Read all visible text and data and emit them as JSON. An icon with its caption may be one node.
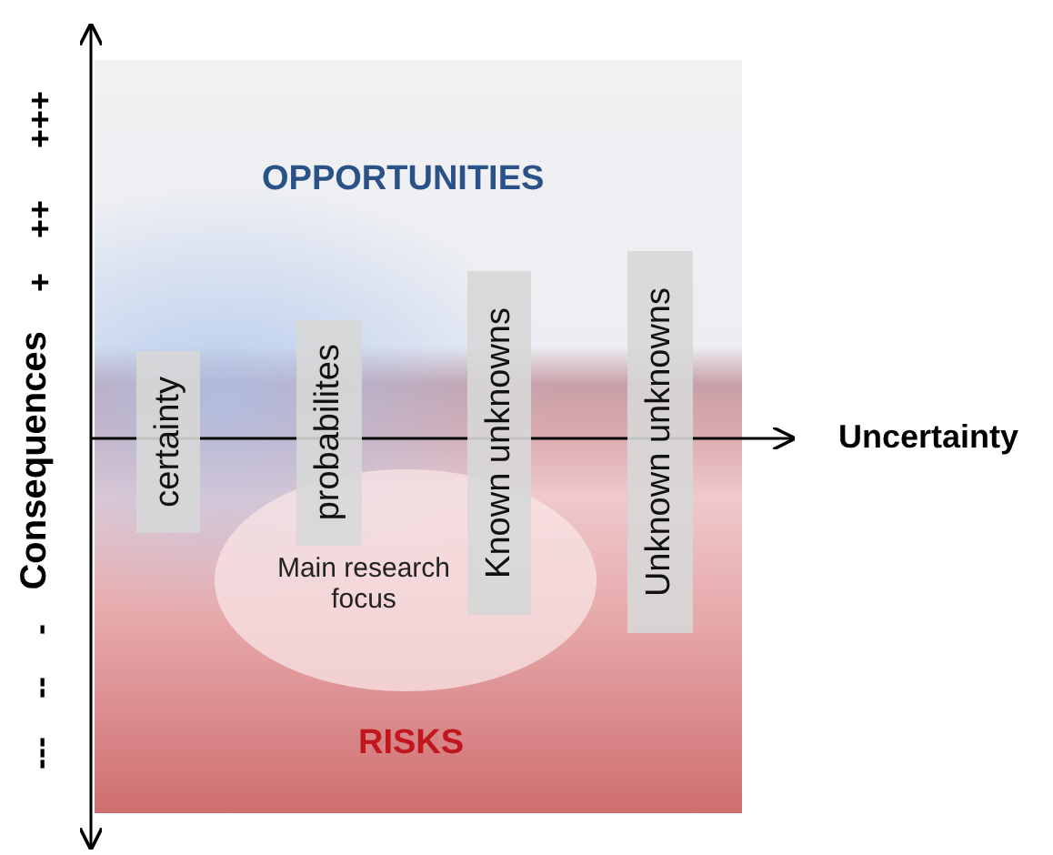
{
  "diagram": {
    "nodes": [
      {
        "text": [
          "Main research focus"
        ]
      },
      {
        "text": [
          "certainty"
        ]
      },
      {
        "text": [
          "probabilites"
        ]
      },
      {
        "text": [
          "Known unknowns"
        ]
      },
      {
        "text": [
          "Unknown unknowns"
        ]
      }
    ],
    "edges": [],
    "labels": [
      "OPPORTUNITIES",
      "RISKS",
      "Uncertainty",
      "+++",
      "++",
      "+",
      "Consequences",
      "-",
      "--",
      "---"
    ]
  }
}
